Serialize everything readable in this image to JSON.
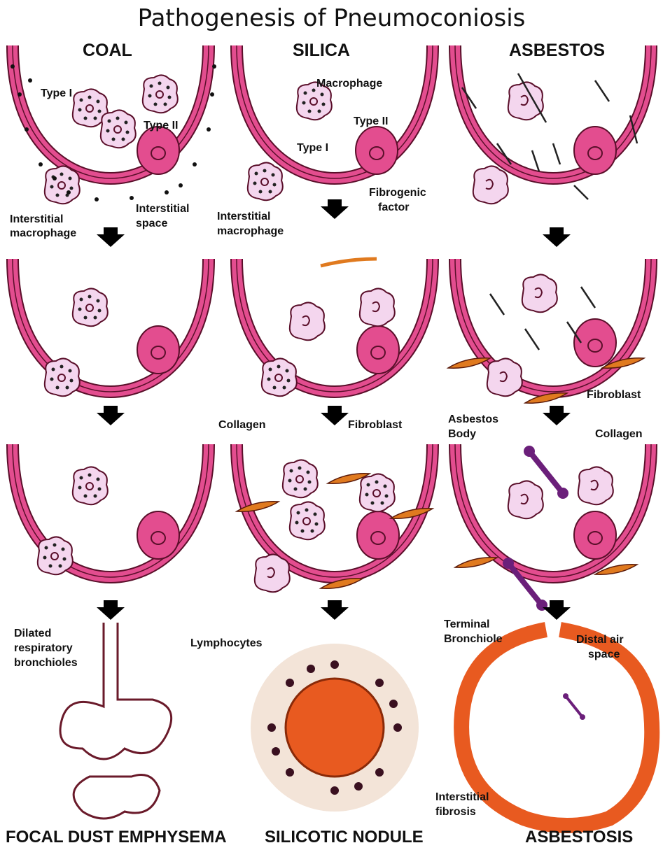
{
  "title": "Pathogenesis of Pneumoconiosis",
  "columns": {
    "coal": "COAL",
    "silica": "SILICA",
    "asbestos": "ASBESTOS"
  },
  "labels": {
    "type1_coal": "Type I",
    "type2_coal": "Type II",
    "interstitial_macrophage_coal_1": "Interstitial",
    "interstitial_macrophage_coal_2": "macrophage",
    "interstitial_space_1": "Interstitial",
    "interstitial_space_2": "space",
    "macrophage_silica": "Macrophage",
    "type2_silica": "Type II",
    "type1_silica": "Type I",
    "interstitial_macrophage_silica_1": "Interstitial",
    "interstitial_macrophage_silica_2": "macrophage",
    "fibrogenic_factor_1": "Fibrogenic",
    "fibrogenic_factor_2": "factor",
    "fibroblast_asbestos_row2": "Fibroblast",
    "collagen_silica": "Collagen",
    "fibroblast_silica": "Fibroblast",
    "asbestos_body_1": "Asbestos",
    "asbestos_body_2": "Body",
    "collagen_asbestos": "Collagen",
    "dilated_1": "Dilated",
    "dilated_2": "respiratory",
    "dilated_3": "bronchioles",
    "lymphocytes": "Lymphocytes",
    "terminal_bronchiole_1": "Terminal",
    "terminal_bronchiole_2": "Bronchiole",
    "distal_air_space_1": "Distal air",
    "distal_air_space_2": "space",
    "interstitial_fibrosis_1": "Interstitial",
    "interstitial_fibrosis_2": "fibrosis"
  },
  "outcomes": {
    "coal": "FOCAL DUST EMPHYSEMA",
    "silica": "SILICOTIC NODULE",
    "asbestos": "ASBESTOSIS"
  },
  "colors": {
    "epithelium": "#e34d8f",
    "epithelium_outline": "#5a0f2a",
    "macrophage": "#f4d6ee",
    "fibroblast": "#e07a1f",
    "collagen": "#f08a3a",
    "asbestos_body": "#6b1f7a",
    "nodule_core": "#e85a20"
  }
}
